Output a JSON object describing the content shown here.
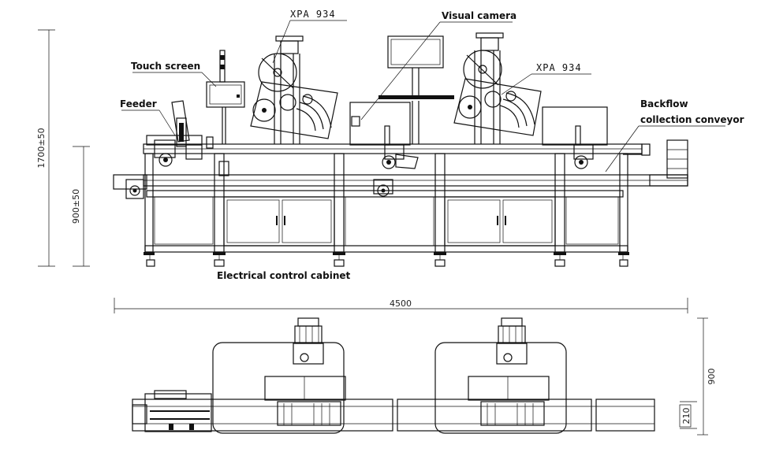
{
  "labels": {
    "touch_screen": "Touch screen",
    "feeder": "Feeder",
    "visual_camera": "Visual camera",
    "backflow_line1": "Backflow",
    "backflow_line2": "collection conveyor",
    "cabinet": "Electrical control cabinet",
    "labeler_left": "XPA 934",
    "labeler_right": "XPA 934"
  },
  "dimensions": {
    "total_height": "1700±50",
    "conveyor_height": "900±50",
    "total_length": "4500",
    "plan_width": "900",
    "plan_conveyor_width": "210"
  }
}
